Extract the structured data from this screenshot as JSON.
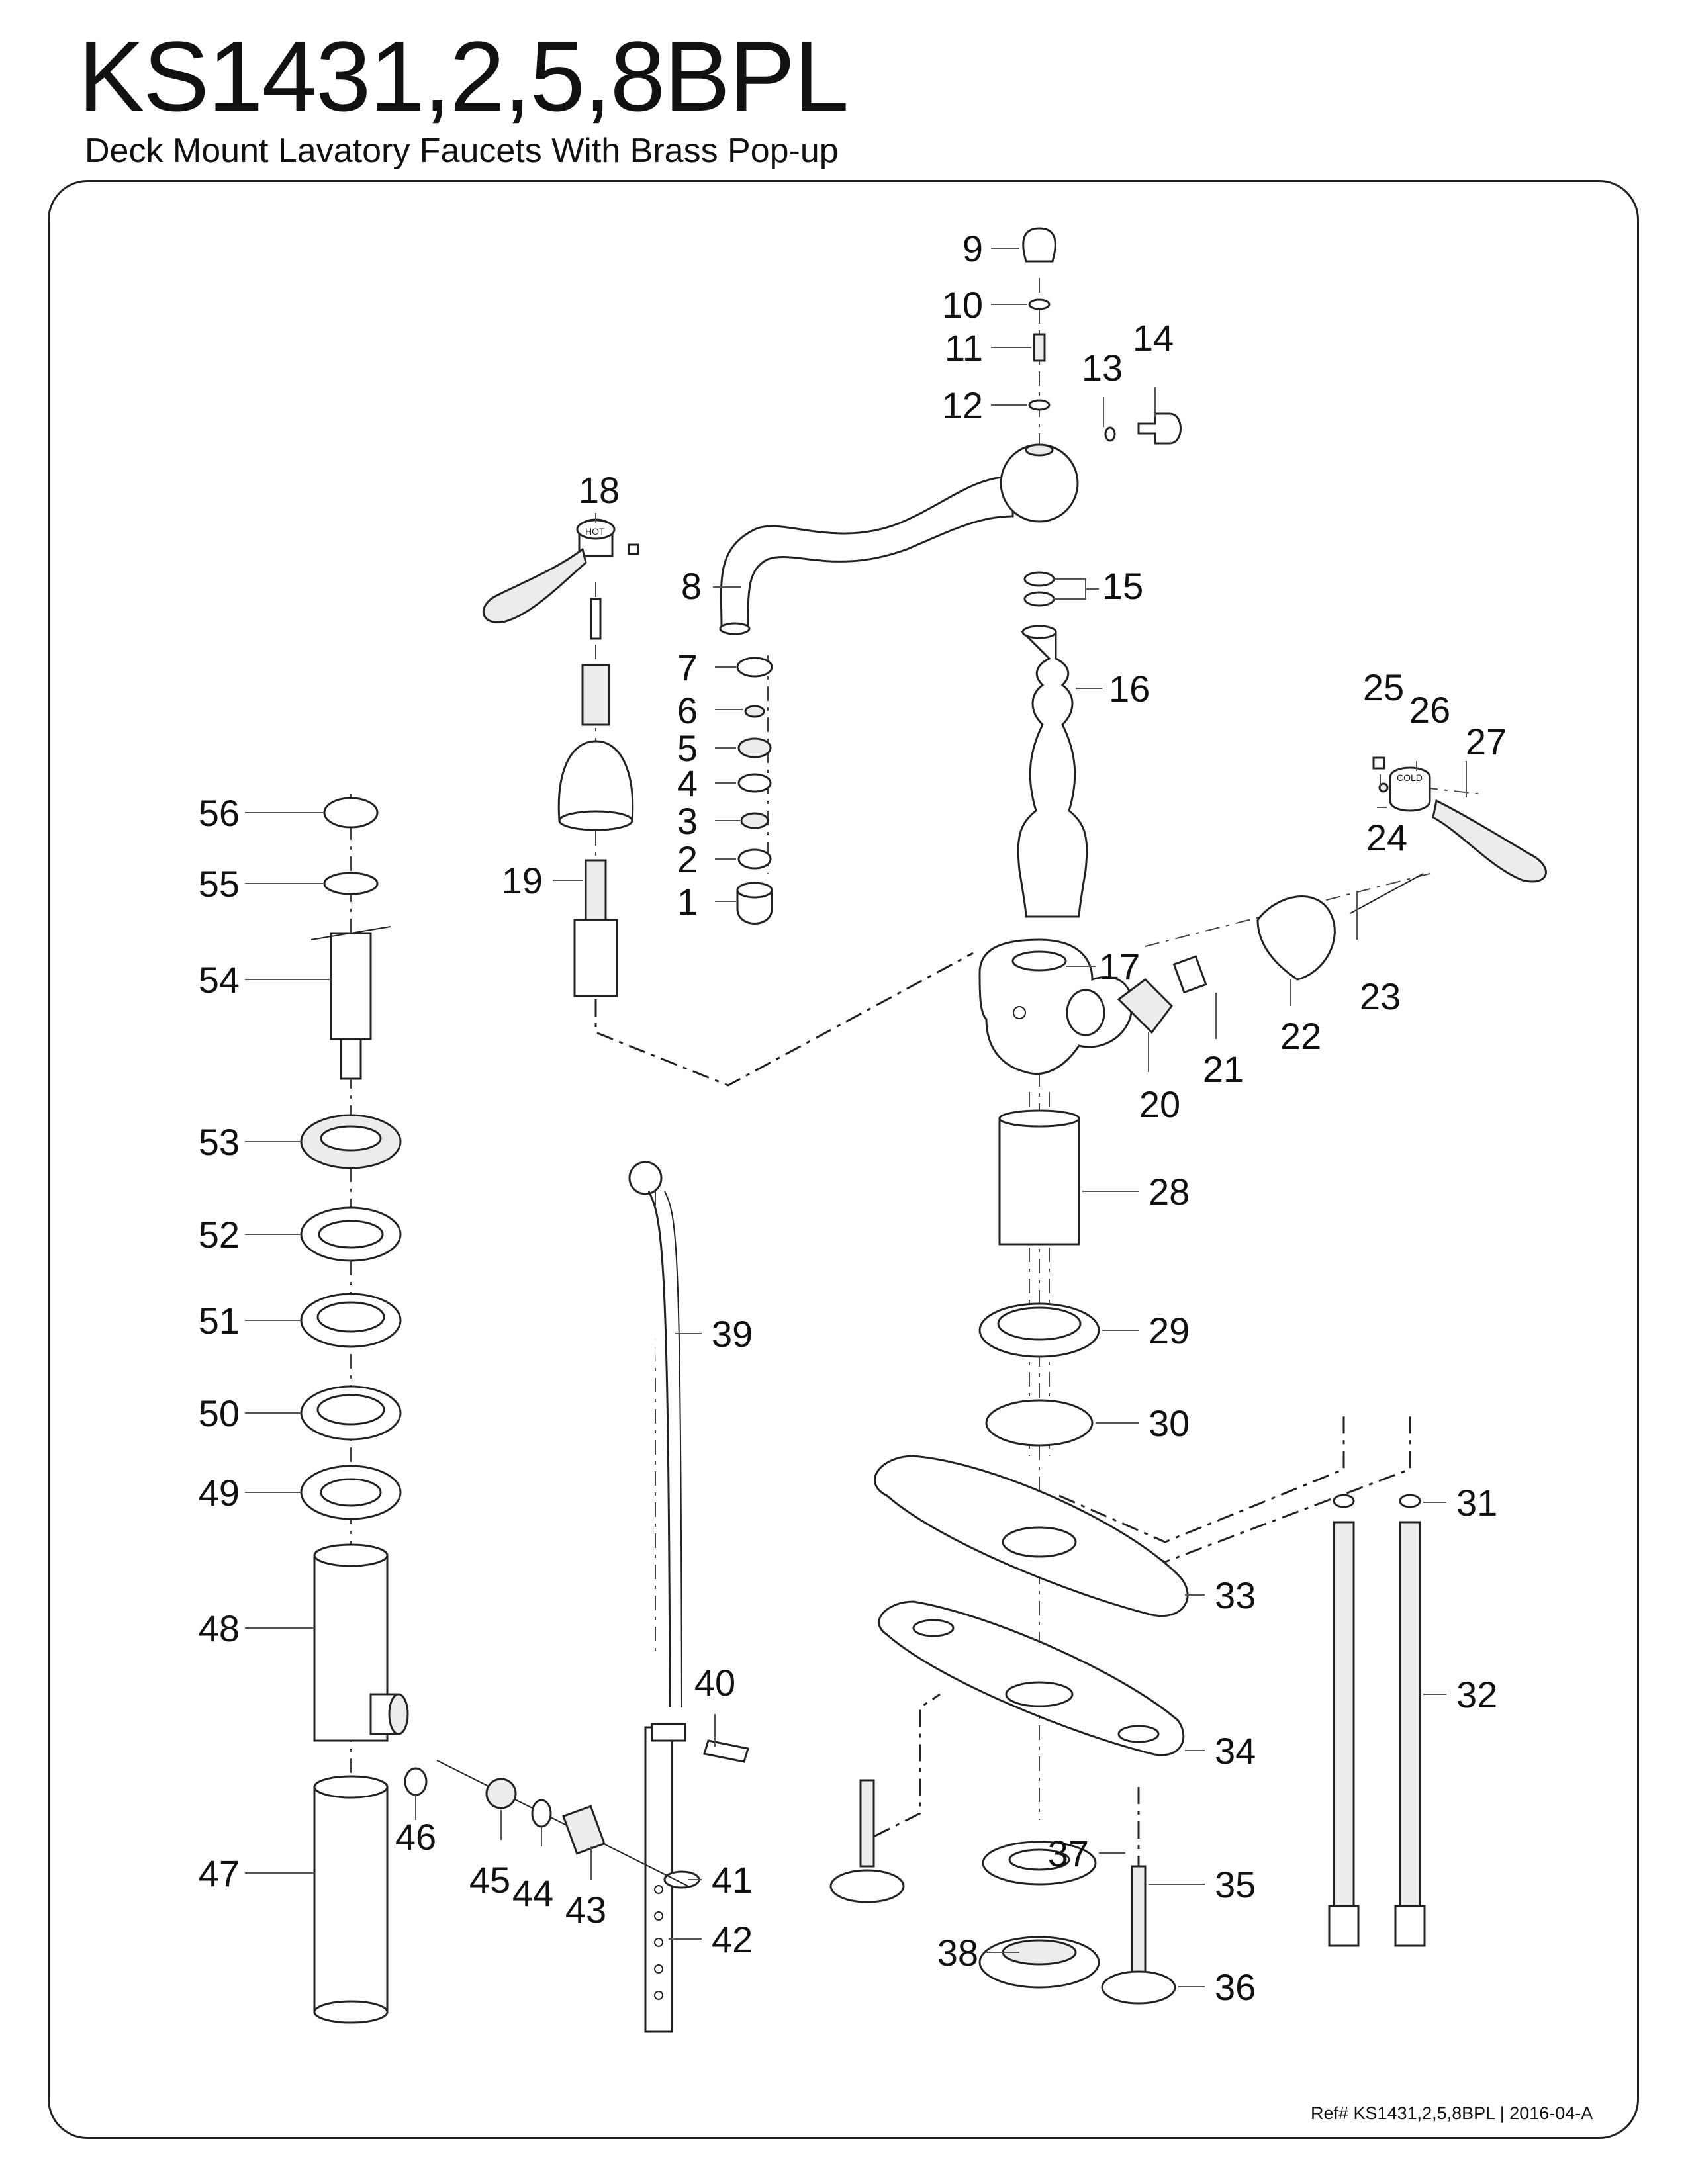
{
  "header": {
    "title": "KS1431,2,5,8BPL",
    "subtitle": "Deck Mount Lavatory Faucets With Brass Pop-up"
  },
  "footer": {
    "ref": "Ref# KS1431,2,5,8BPL | 2016-04-A"
  },
  "handle_markings": {
    "hot": "HOT",
    "cold": "COLD"
  },
  "callouts": [
    "1",
    "2",
    "3",
    "4",
    "5",
    "6",
    "7",
    "8",
    "9",
    "10",
    "11",
    "12",
    "13",
    "14",
    "15",
    "16",
    "17",
    "18",
    "19",
    "20",
    "21",
    "22",
    "23",
    "24",
    "25",
    "26",
    "27",
    "28",
    "29",
    "30",
    "31",
    "32",
    "33",
    "34",
    "35",
    "36",
    "37",
    "38",
    "39",
    "40",
    "41",
    "42",
    "43",
    "44",
    "45",
    "46",
    "47",
    "48",
    "49",
    "50",
    "51",
    "52",
    "53",
    "54",
    "55",
    "56"
  ]
}
